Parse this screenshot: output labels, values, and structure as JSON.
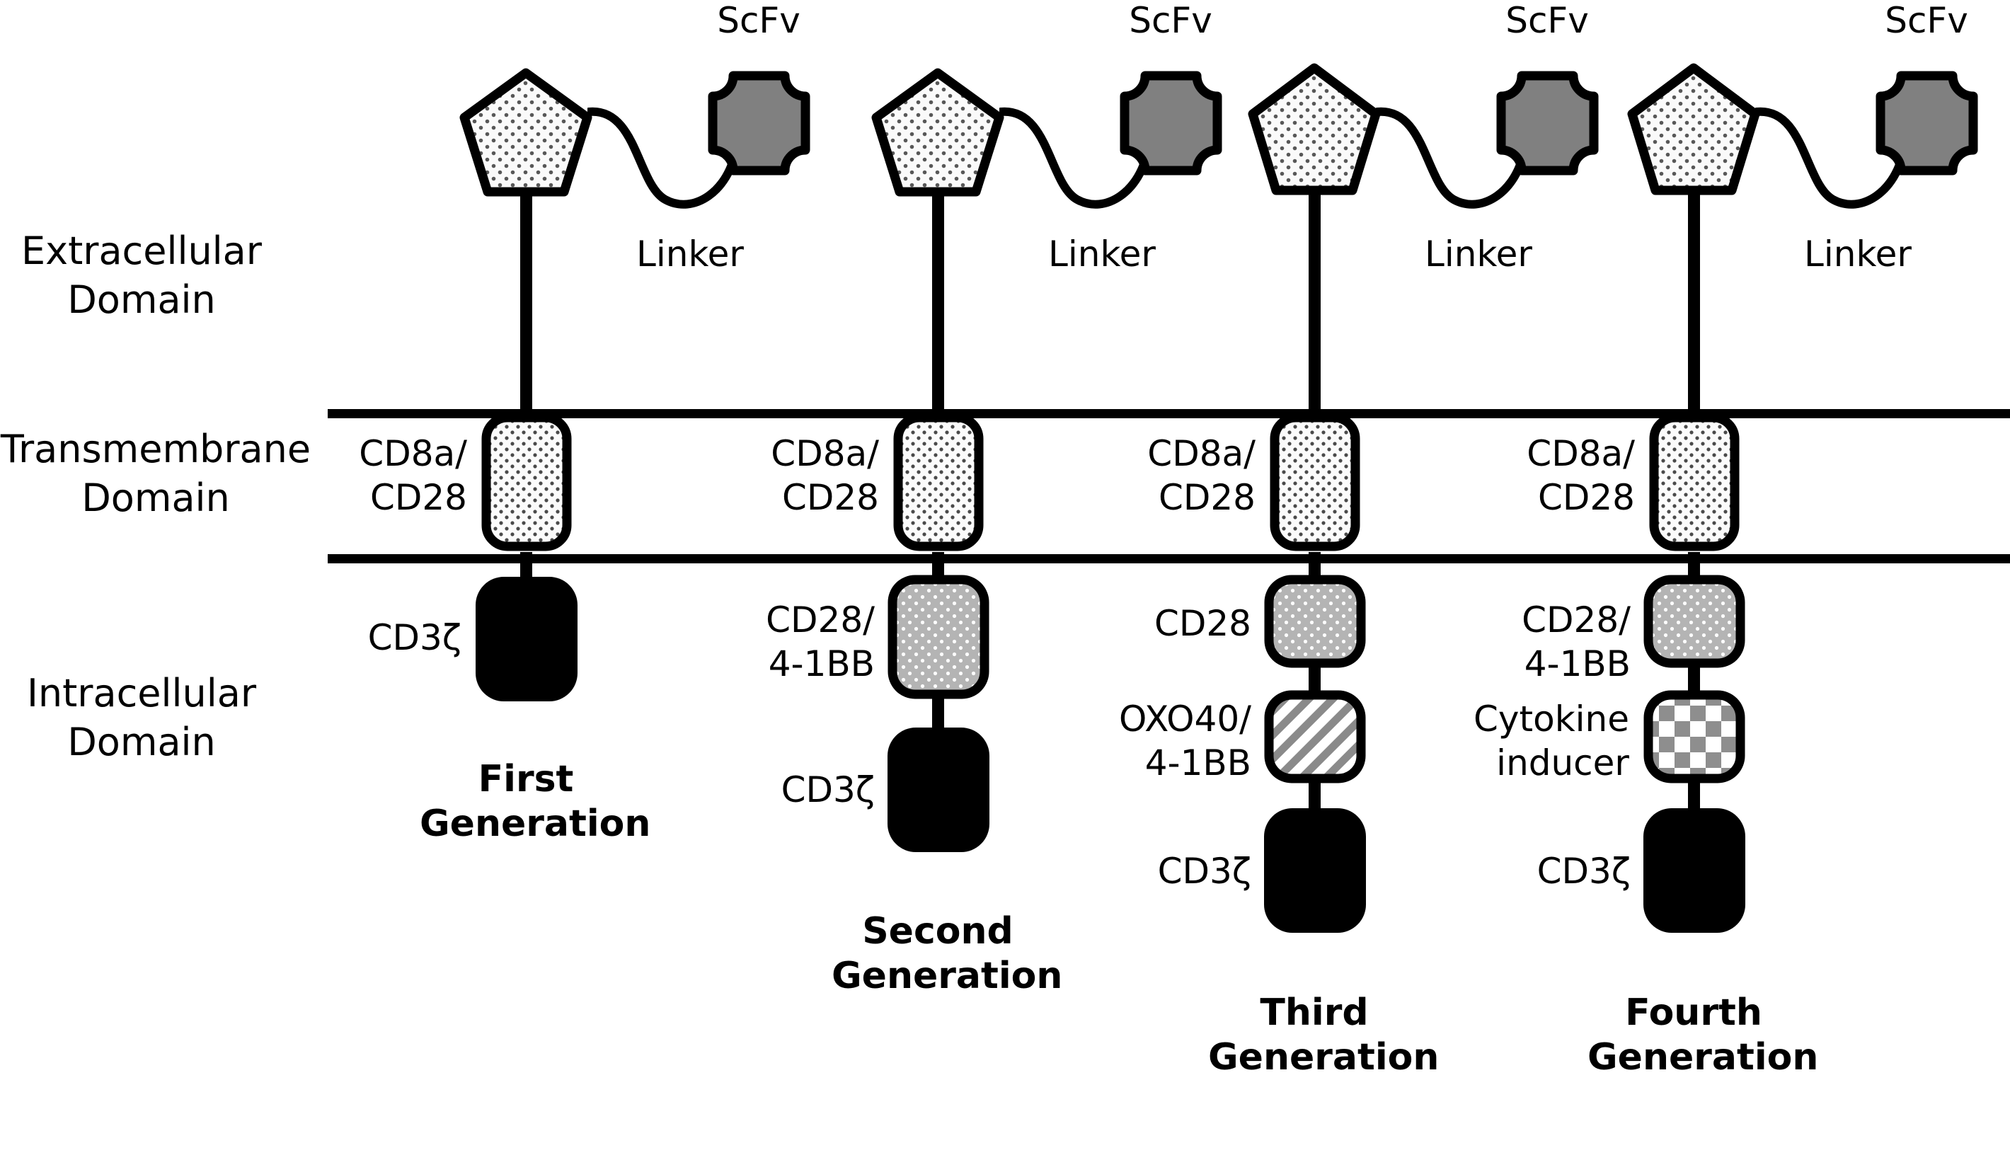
{
  "figure": {
    "title": "CAR-T cell receptor generations schematic",
    "type": "diagram"
  },
  "colors": {
    "outline": "#000000",
    "background": "#ffffff",
    "scfv_fill": "#808080",
    "pentagon_fill": "#fafafa",
    "pentagon_dots": "#555555",
    "tm_fill": "#fbfbfb",
    "tm_dots": "#444444",
    "costim_fill": "#b3b3b3",
    "costim_dots": "#ffffff",
    "stripe_fill": "#ffffff",
    "stripe_color": "#888888",
    "checker_a": "#8c8c8c",
    "checker_b": "#ffffff",
    "cd3z_fill": "#000000"
  },
  "row_labels": [
    {
      "id": "extracellular",
      "text": "Extracellular\nDomain"
    },
    {
      "id": "transmembrane",
      "text": "Transmembrane\nDomain"
    },
    {
      "id": "intracellular",
      "text": "Intracellular\nDomain"
    }
  ],
  "common": {
    "scfv_label": "ScFv",
    "linker_label": "Linker",
    "tm_label": "CD8a/\nCD28",
    "cd3z_label": "CD3ζ"
  },
  "columns": [
    {
      "id": "first-generation",
      "generation_caption": "First\nGeneration",
      "scfv_label": "ScFv",
      "linker_label": "Linker",
      "transmembrane_label": "CD8a/\nCD28",
      "intracellular_modules": [
        {
          "id": "cd3zeta",
          "label": "CD3ζ",
          "pattern": "solid-black"
        }
      ]
    },
    {
      "id": "second-generation",
      "generation_caption": "Second\nGeneration",
      "scfv_label": "ScFv",
      "linker_label": "Linker",
      "transmembrane_label": "CD8a/\nCD28",
      "intracellular_modules": [
        {
          "id": "costim",
          "label": "CD28/\n4-1BB",
          "pattern": "gray-white-dots"
        },
        {
          "id": "cd3zeta",
          "label": "CD3ζ",
          "pattern": "solid-black"
        }
      ]
    },
    {
      "id": "third-generation",
      "generation_caption": "Third\nGeneration",
      "scfv_label": "ScFv",
      "linker_label": "Linker",
      "transmembrane_label": "CD8a/\nCD28",
      "intracellular_modules": [
        {
          "id": "costim1",
          "label": "CD28",
          "pattern": "gray-white-dots"
        },
        {
          "id": "costim2",
          "label": "OXO40/\n4-1BB",
          "pattern": "diagonal-stripes"
        },
        {
          "id": "cd3zeta",
          "label": "CD3ζ",
          "pattern": "solid-black"
        }
      ]
    },
    {
      "id": "fourth-generation",
      "generation_caption": "Fourth\nGeneration",
      "scfv_label": "ScFv",
      "linker_label": "Linker",
      "transmembrane_label": "CD8a/\nCD28",
      "intracellular_modules": [
        {
          "id": "costim",
          "label": "CD28/\n4-1BB",
          "pattern": "gray-white-dots"
        },
        {
          "id": "cytokine",
          "label": "Cytokine\ninducer",
          "pattern": "checkerboard"
        },
        {
          "id": "cd3zeta",
          "label": "CD3ζ",
          "pattern": "solid-black"
        }
      ]
    }
  ]
}
